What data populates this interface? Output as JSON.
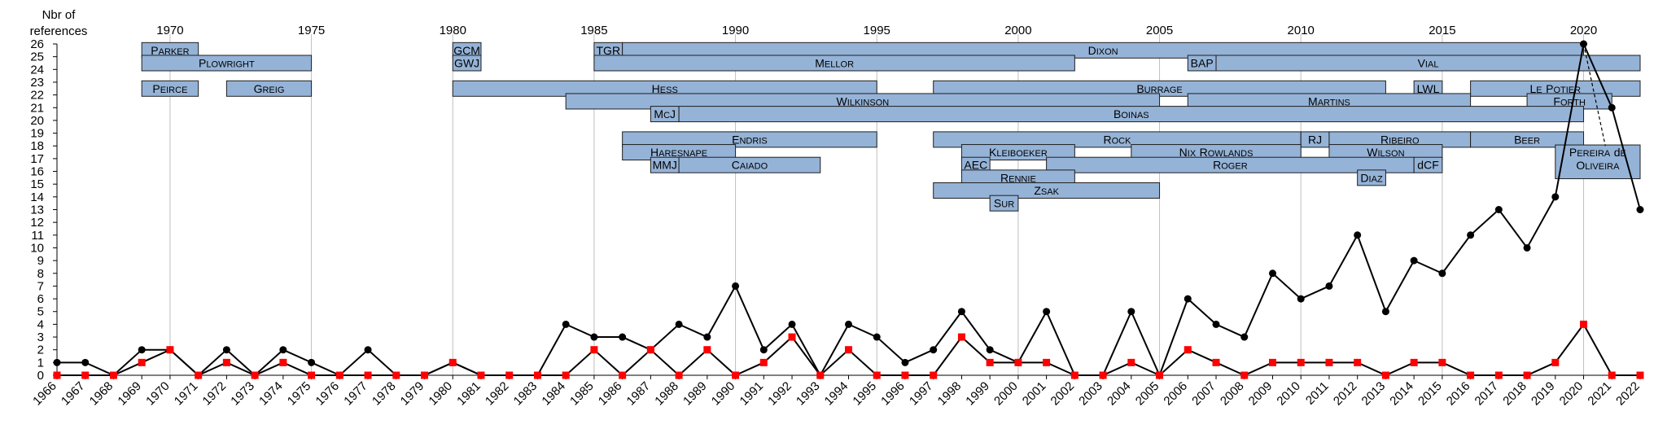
{
  "chart_data": {
    "type": "line",
    "ylabel_lines": [
      "Nbr of",
      "references"
    ],
    "x": [
      1966,
      1967,
      1968,
      1969,
      1970,
      1971,
      1972,
      1973,
      1974,
      1975,
      1976,
      1977,
      1978,
      1979,
      1980,
      1981,
      1982,
      1983,
      1984,
      1985,
      1986,
      1987,
      1988,
      1989,
      1990,
      1991,
      1992,
      1993,
      1994,
      1995,
      1996,
      1997,
      1998,
      1999,
      2000,
      2001,
      2002,
      2003,
      2004,
      2005,
      2006,
      2007,
      2008,
      2009,
      2010,
      2011,
      2012,
      2013,
      2014,
      2015,
      2016,
      2017,
      2018,
      2019,
      2020,
      2021,
      2022
    ],
    "xlim": [
      1966,
      2022
    ],
    "ylim": [
      0,
      26
    ],
    "yticks": [
      0,
      1,
      2,
      3,
      4,
      5,
      6,
      7,
      8,
      9,
      10,
      11,
      12,
      13,
      14,
      15,
      16,
      17,
      18,
      19,
      20,
      21,
      22,
      23,
      24,
      25,
      26
    ],
    "top_ticks": [
      1970,
      1975,
      1980,
      1985,
      1990,
      1995,
      2000,
      2005,
      2010,
      2015,
      2020
    ],
    "series": [
      {
        "color": "#000000",
        "marker": "circle",
        "values": [
          1,
          1,
          0,
          2,
          2,
          0,
          2,
          0,
          2,
          1,
          0,
          2,
          0,
          0,
          1,
          0,
          0,
          0,
          4,
          3,
          3,
          2,
          4,
          3,
          7,
          2,
          4,
          0,
          4,
          3,
          1,
          2,
          5,
          2,
          1,
          5,
          0,
          0,
          5,
          0,
          6,
          4,
          3,
          8,
          6,
          7,
          11,
          5,
          9,
          8,
          11,
          13,
          10,
          14,
          26,
          21,
          13
        ]
      },
      {
        "color": "#ff0000",
        "marker": "square",
        "values": [
          0,
          0,
          0,
          1,
          2,
          0,
          1,
          0,
          1,
          0,
          0,
          0,
          0,
          0,
          1,
          0,
          0,
          0,
          0,
          2,
          0,
          2,
          0,
          2,
          0,
          1,
          3,
          0,
          2,
          0,
          0,
          0,
          3,
          1,
          1,
          1,
          0,
          0,
          1,
          0,
          2,
          1,
          0,
          1,
          1,
          1,
          1,
          0,
          1,
          1,
          0,
          0,
          0,
          1,
          4,
          0,
          0
        ]
      }
    ],
    "bars": [
      {
        "label": "Parker",
        "start": 1969,
        "end": 1971,
        "row": 26
      },
      {
        "label": "Plowright",
        "start": 1969,
        "end": 1975,
        "row": 25
      },
      {
        "label": "Peirce",
        "start": 1969,
        "end": 1971,
        "row": 23
      },
      {
        "label": "Greig",
        "start": 1972,
        "end": 1975,
        "row": 23
      },
      {
        "label": "GCM",
        "start": 1980,
        "end": 1981,
        "row": 26
      },
      {
        "label": "GWJ",
        "start": 1980,
        "end": 1981,
        "row": 25
      },
      {
        "label": "TGR",
        "start": 1985,
        "end": 1986,
        "row": 26
      },
      {
        "label": "Dixon",
        "start": 1986,
        "end": 2020,
        "row": 26
      },
      {
        "label": "Mellor",
        "start": 1985,
        "end": 2002,
        "row": 25
      },
      {
        "label": "BAP",
        "start": 2006,
        "end": 2007,
        "row": 25
      },
      {
        "label": "Vial",
        "start": 2007,
        "end": 2022,
        "row": 25
      },
      {
        "label": "Hess",
        "start": 1980,
        "end": 1995,
        "row": 23
      },
      {
        "label": "Burrage",
        "start": 1997,
        "end": 2013,
        "row": 23
      },
      {
        "label": "LWL",
        "start": 2014,
        "end": 2015,
        "row": 23
      },
      {
        "label": "Le Potier",
        "start": 2016,
        "end": 2022,
        "row": 23
      },
      {
        "label": "Wilkinson",
        "start": 1984,
        "end": 2005,
        "row": 22
      },
      {
        "label": "Martins",
        "start": 2006,
        "end": 2016,
        "row": 22
      },
      {
        "label": "Forth",
        "start": 2018,
        "end": 2021,
        "row": 22
      },
      {
        "label": "McJ",
        "start": 1987,
        "end": 1988,
        "row": 21
      },
      {
        "label": "Boinas",
        "start": 1988,
        "end": 2020,
        "row": 21
      },
      {
        "label": "Endris",
        "start": 1986,
        "end": 1995,
        "row": 19
      },
      {
        "label": "Rock",
        "start": 1997,
        "end": 2010,
        "row": 19
      },
      {
        "label": "RJ",
        "start": 2010,
        "end": 2011,
        "row": 19
      },
      {
        "label": "Ribeiro",
        "start": 2011,
        "end": 2016,
        "row": 19
      },
      {
        "label": "Beer",
        "start": 2016,
        "end": 2020,
        "row": 19
      },
      {
        "label": "Haresnape",
        "start": 1986,
        "end": 1990,
        "row": 18
      },
      {
        "label": "Kleiboeker",
        "start": 1998,
        "end": 2002,
        "row": 18
      },
      {
        "label": "Nix Rowlands",
        "start": 2004,
        "end": 2010,
        "row": 18
      },
      {
        "label": "Wilson",
        "start": 2011,
        "end": 2015,
        "row": 18
      },
      {
        "label": "MMJ",
        "start": 1987,
        "end": 1988,
        "row": 17
      },
      {
        "label": "Caiado",
        "start": 1988,
        "end": 1993,
        "row": 17
      },
      {
        "label": "AEC",
        "start": 1998,
        "end": 1999,
        "row": 17
      },
      {
        "label": "Roger",
        "start": 2001,
        "end": 2014,
        "row": 17
      },
      {
        "label": "dCF",
        "start": 2014,
        "end": 2015,
        "row": 17
      },
      {
        "label": "Rennie",
        "start": 1998,
        "end": 2002,
        "row": 16
      },
      {
        "label": "Diaz",
        "start": 2012,
        "end": 2013,
        "row": 16
      },
      {
        "label": "Zsak",
        "start": 1997,
        "end": 2005,
        "row": 15
      },
      {
        "label": "Sur",
        "start": 1999,
        "end": 2000,
        "row": 14
      }
    ],
    "bar_multiline": [
      {
        "lines": [
          "Pereira de",
          "Oliveira"
        ],
        "start": 2019,
        "end": 2022,
        "row_top": 18,
        "row_bottom": 16.5
      }
    ],
    "annotation_dashed_from": {
      "x": 2020,
      "y": 26,
      "to_x": 2021,
      "to_y": 18
    },
    "colors": {
      "bar_fill": "#95b3d7",
      "bar_stroke": "#1f1f1f",
      "grid": "#bfbfbf",
      "line_black": "#000000",
      "line_red": "#ff0000"
    }
  }
}
